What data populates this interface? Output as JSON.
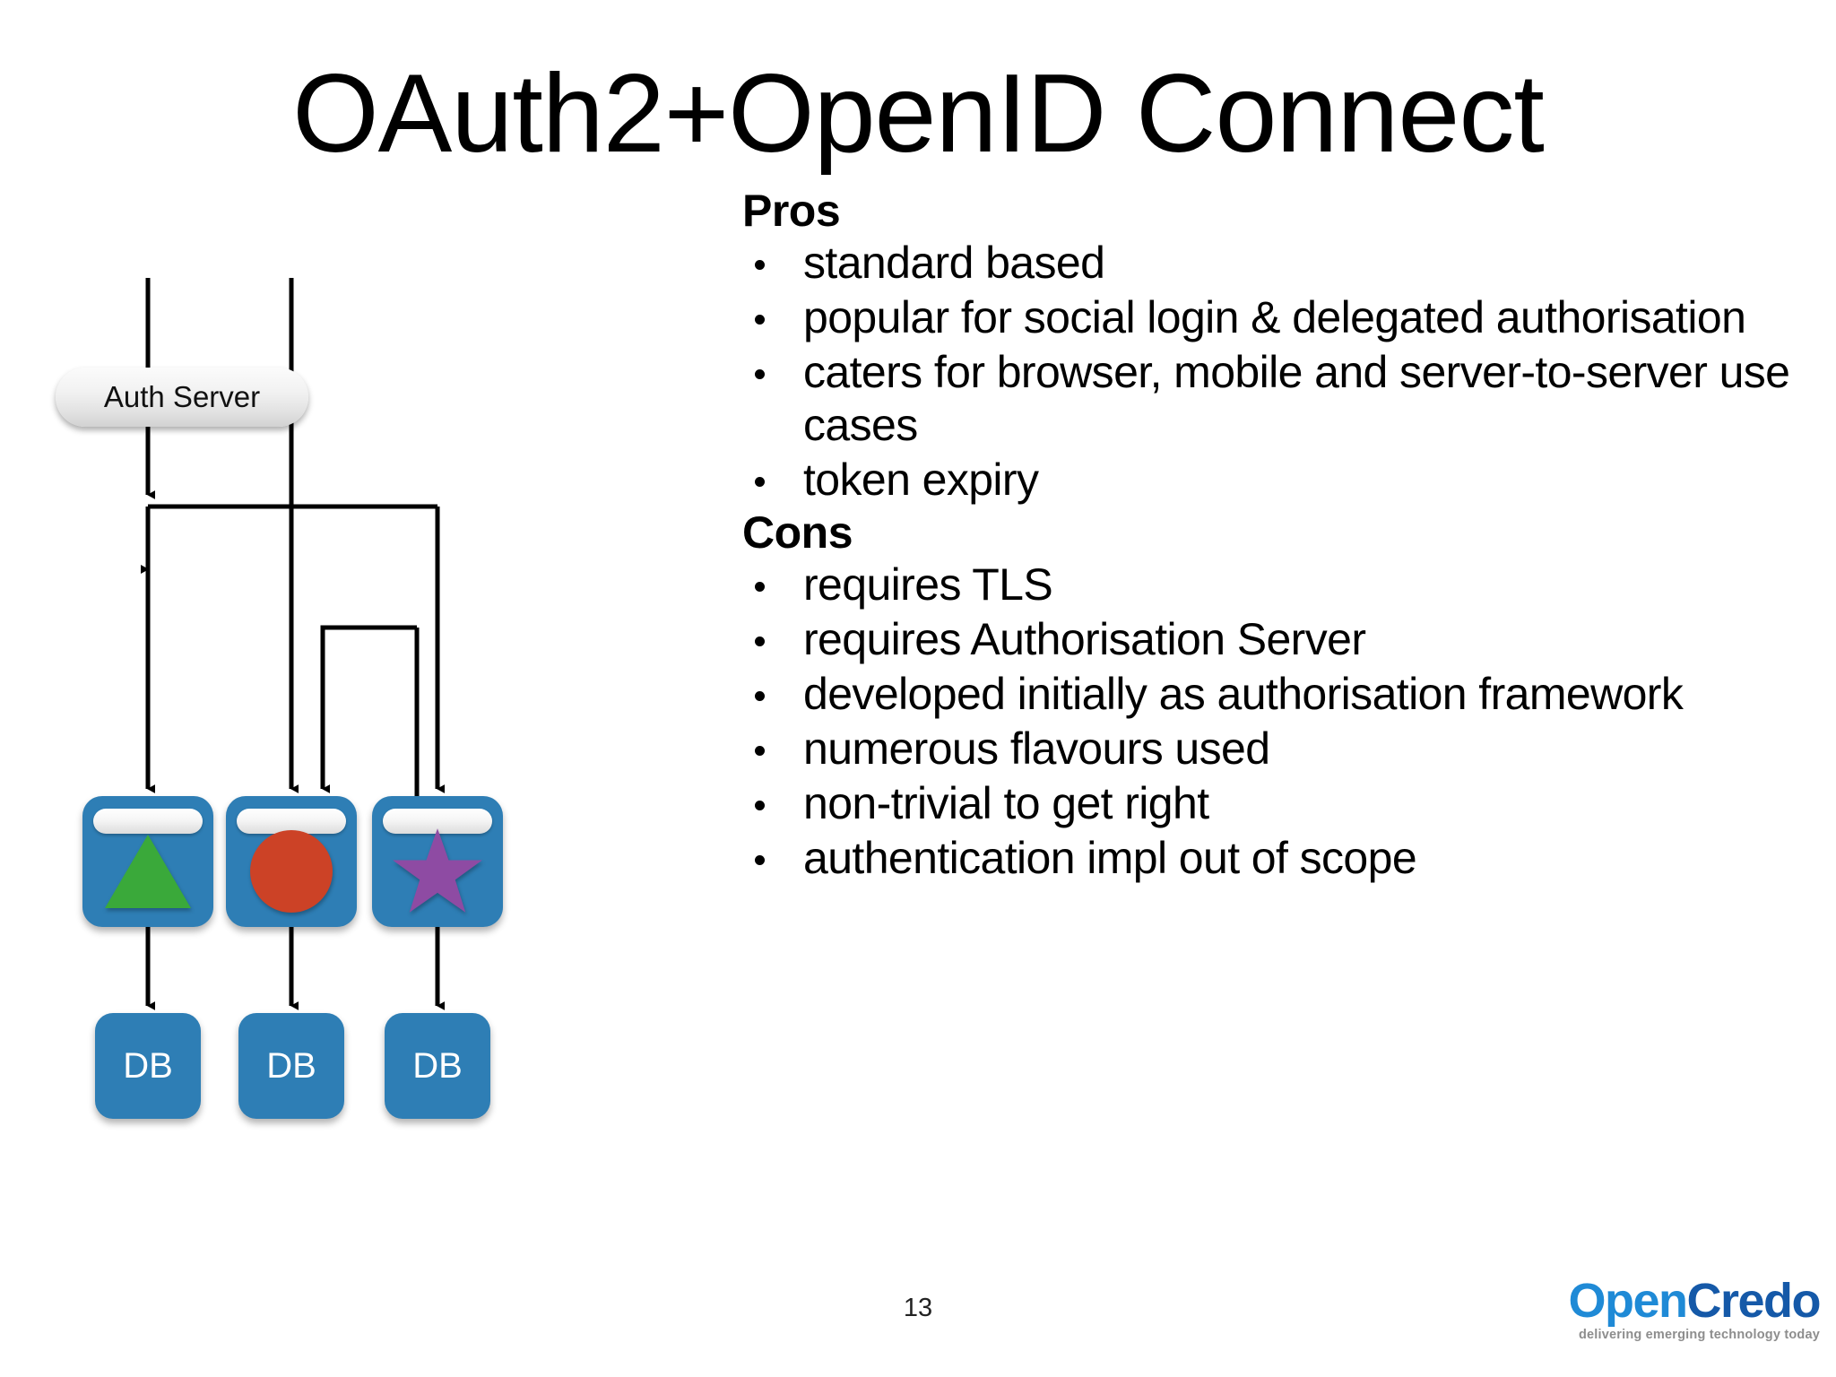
{
  "slide": {
    "title": "OAuth2+OpenID Connect",
    "page_number": "13"
  },
  "diagram": {
    "auth_server_label": "Auth Server",
    "services": [
      {
        "name": "service-triangle",
        "shape": "triangle",
        "color": "#3aa93a"
      },
      {
        "name": "service-circle",
        "shape": "circle",
        "color": "#cc4226"
      },
      {
        "name": "service-star",
        "shape": "star",
        "color": "#8e4ba3"
      }
    ],
    "databases": [
      {
        "label": "DB"
      },
      {
        "label": "DB"
      },
      {
        "label": "DB"
      }
    ],
    "box_color": "#2e7eb5",
    "line_color": "#000000"
  },
  "content": {
    "pros": {
      "heading": "Pros",
      "items": [
        "standard based",
        "popular for social login & delegated authorisation",
        "caters for browser, mobile and server-to-server use cases",
        "token expiry"
      ]
    },
    "cons": {
      "heading": "Cons",
      "items": [
        "requires TLS",
        "requires Authorisation Server",
        "developed initially as authorisation framework",
        "numerous flavours used",
        "non-trivial to get right",
        "authentication impl out of scope"
      ]
    }
  },
  "logo": {
    "word_open": "Open",
    "word_credo": "Credo",
    "tagline": "delivering emerging technology today",
    "color_open": "#1f8ad6",
    "color_credo": "#1559a8"
  }
}
